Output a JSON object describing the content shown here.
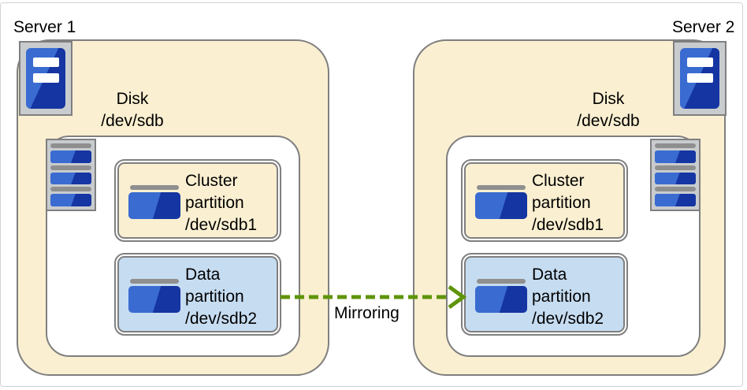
{
  "servers": [
    {
      "label": "Server 1",
      "disk": {
        "title": "Disk",
        "device": "/dev/sdb"
      },
      "partitions": [
        {
          "name": "Cluster\npartition\n/dev/sdb1"
        },
        {
          "name": "Data\npartition\n/dev/sdb2"
        }
      ]
    },
    {
      "label": "Server 2",
      "disk": {
        "title": "Disk",
        "device": "/dev/sdb"
      },
      "partitions": [
        {
          "name": "Cluster\npartition\n/dev/sdb1"
        },
        {
          "name": "Data\npartition\n/dev/sdb2"
        }
      ]
    }
  ],
  "mirroring": {
    "label": "Mirroring"
  },
  "colors": {
    "server_fill": "#FAEFD1",
    "cluster_fill": "#FAEFD1",
    "data_fill": "#C6DCF1",
    "border": "#7F7F7F",
    "frame_border": "#D3D3D3",
    "arrow_green": "#5F9409",
    "icon_bg": "#C9CCCE",
    "icon_blue_light": "#3A6BD1",
    "icon_blue_dark": "#1535A3",
    "icon_bar_gray": "#8F8F8F",
    "text": "#000000"
  }
}
